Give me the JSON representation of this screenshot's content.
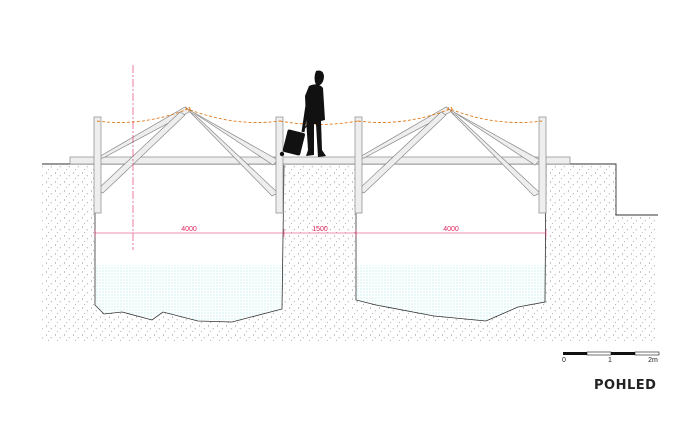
{
  "title": "POHLED",
  "dimensions": {
    "span_left": "4000",
    "gap": "1500",
    "span_right": "4000"
  },
  "scale_bar": {
    "labels": [
      "0",
      "1",
      "2m"
    ]
  },
  "colors": {
    "ground_dots": "#555555",
    "water": "#6fd3d6",
    "dimension": "#e0245e",
    "rope": "#e07b1a",
    "structure_fill": "#eeeeee",
    "structure_stroke": "#888888",
    "silhouette": "#111111"
  }
}
